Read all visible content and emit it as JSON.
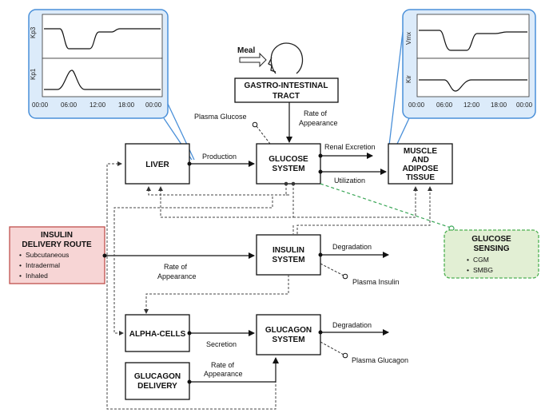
{
  "boxes": {
    "liver": "LIVER",
    "glucose_system": [
      "GLUCOSE",
      "SYSTEM"
    ],
    "muscle": [
      "MUSCLE",
      "AND",
      "ADIPOSE",
      "TISSUE"
    ],
    "git": [
      "GASTRO-INTESTINAL",
      "TRACT"
    ],
    "insulin_system": [
      "INSULIN",
      "SYSTEM"
    ],
    "glucagon_system": [
      "GLUCAGON",
      "SYSTEM"
    ],
    "alpha_cells": "ALPHA-CELLS",
    "glucagon_delivery": [
      "GLUCAGON",
      "DELIVERY"
    ]
  },
  "insulin_route": {
    "title": [
      "INSULIN",
      "DELIVERY ROUTE"
    ],
    "items": [
      "Subcutaneous",
      "Intradermal",
      "Inhaled"
    ]
  },
  "glucose_sensing": {
    "title": [
      "GLUCOSE",
      "SENSING"
    ],
    "items": [
      "CGM",
      "SMBG"
    ]
  },
  "labels": {
    "meal": "Meal",
    "plasma_glucose": "Plasma Glucose",
    "rate_of_appearance_top": [
      "Rate of",
      "Appearance"
    ],
    "production": "Production",
    "renal_excretion": "Renal Excretion",
    "utilization": "Utilization",
    "degradation_insulin": "Degradation",
    "rate_of_appearance_insulin": [
      "Rate of",
      "Appearance"
    ],
    "plasma_insulin": "Plasma Insulin",
    "secretion": "Secretion",
    "degradation_glucagon": "Degradation",
    "plasma_glucagon": "Plasma Glucagon",
    "rate_of_appearance_glucagon": [
      "Rate of",
      "Appearance"
    ]
  },
  "left_panel": {
    "top_symbol": "Kp3",
    "bottom_symbol": "Kp1",
    "ticks": [
      "00:00",
      "06:00",
      "12:00",
      "18:00",
      "00:00"
    ]
  },
  "right_panel": {
    "top_symbol": "Vmx",
    "bottom_symbol": "Kir",
    "ticks": [
      "00:00",
      "06:00",
      "12:00",
      "18:00",
      "00:00"
    ]
  },
  "colors": {
    "panel_bg": "#dcebfa",
    "panel_border": "#4a90d9",
    "route_bg": "#f7d5d5",
    "route_border": "#c0504d",
    "sensing_bg": "#e2efd4",
    "sensing_border": "#4caf50",
    "green_dash": "#3aa657"
  }
}
